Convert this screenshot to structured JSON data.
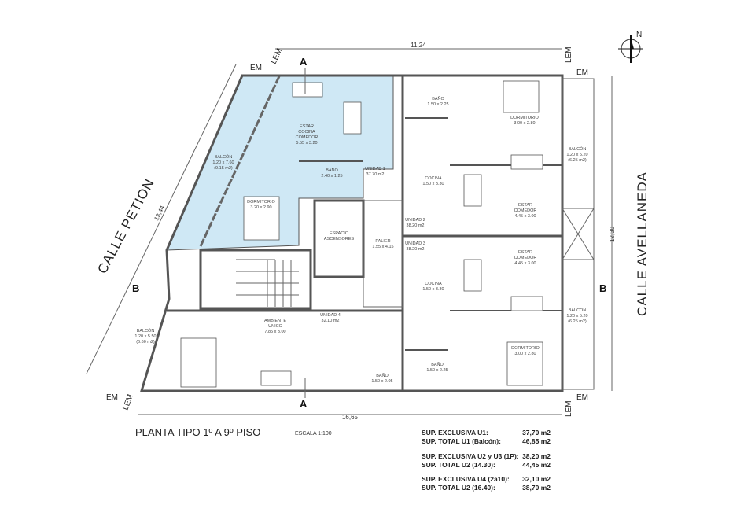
{
  "title": "PLANTA TIPO 1º A 9º PISO",
  "scale": "ESCALA 1:100",
  "north": "N",
  "streets": {
    "left": "CALLE PETION",
    "right": "CALLE AVELLANEDA"
  },
  "dimensions": {
    "top": "11,24",
    "bottom": "16,65",
    "right": "12,30",
    "left": "13,44"
  },
  "markers": {
    "em": "EM",
    "lem": "LEM",
    "section_a": "A",
    "section_b": "B"
  },
  "colors": {
    "unit1_fill": "#cfe8f5",
    "walls": "#555555"
  },
  "rooms": {
    "u1_estar": [
      "ESTAR",
      "COCINA",
      "COMEDOR",
      "5.55 x 3.20"
    ],
    "u1_balcon": [
      "BALCÓN",
      "1.20 x 7.60",
      "(9.15 m2)"
    ],
    "u1_bano": [
      "BAÑO",
      "2.40 x 1.25"
    ],
    "u1_label": [
      "UNIDAD 1",
      "37.70 m2"
    ],
    "u1_dorm": [
      "DORMITORIO",
      "3.20 x 2.90"
    ],
    "ascensores": [
      "ESPACIO",
      "ASCENSORES"
    ],
    "palier": [
      "PALIER",
      "1.55 x 4.15"
    ],
    "u2_bano": [
      "BAÑO",
      "1.50 x 2.25"
    ],
    "u2_dorm": [
      "DORMITORIO",
      "3.00 x 2.80"
    ],
    "u2_balcon": [
      "BALCÓN",
      "1.20 x 5.20",
      "(6.25 m2)"
    ],
    "u2_cocina": [
      "COCINA",
      "1.50 x 3.30"
    ],
    "u2_estar": [
      "ESTAR",
      "COMEDOR",
      "4.45 x 3.00"
    ],
    "u2_label": [
      "UNIDAD 2",
      "38.20 m2"
    ],
    "u3_label": [
      "UNIDAD 3",
      "38.20 m2"
    ],
    "u3_estar": [
      "ESTAR",
      "COMEDOR",
      "4.45 x 3.00"
    ],
    "u3_cocina": [
      "COCINA",
      "1.50 x 3.30"
    ],
    "u3_balcon": [
      "BALCÓN",
      "1.20 x 5.20",
      "(6.25 m2)"
    ],
    "u3_dorm": [
      "DORMITORIO",
      "3.00 x 2.80"
    ],
    "u3_bano": [
      "BAÑO",
      "1.50 x 2.25"
    ],
    "u4_balcon": [
      "BALCÓN",
      "1.20 x 5.50",
      "(6.60 m2)"
    ],
    "u4_ambiente": [
      "AMBIENTE",
      "UNICO",
      "7.85 x 3.00"
    ],
    "u4_label": [
      "UNIDAD 4",
      "32.10 m2"
    ],
    "u4_bano": [
      "BAÑO",
      "1.50 x 2.05"
    ]
  },
  "summary": [
    {
      "label": "SUP. EXCLUSIVA U1:",
      "value": "37,70 m2"
    },
    {
      "label": "SUP. TOTAL U1 (Balcón):",
      "value": "46,85 m2"
    },
    {
      "label": "SUP. EXCLUSIVA U2 y U3 (1P):",
      "value": "38,20 m2"
    },
    {
      "label": "SUP. TOTAL U2 (14.30):",
      "value": "44,45 m2"
    },
    {
      "label": "SUP. EXCLUSIVA U4 (2a10):",
      "value": "32,10 m2"
    },
    {
      "label": "SUP. TOTAL U2 (16.40):",
      "value": "38,70 m2"
    }
  ]
}
